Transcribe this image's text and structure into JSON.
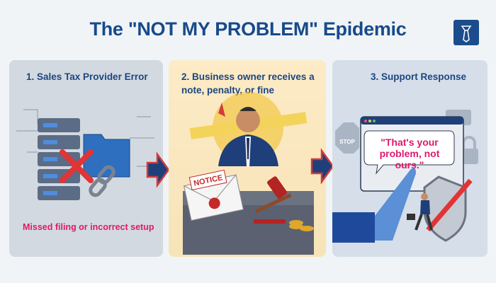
{
  "title": "The \"NOT MY PROBLEM\" Epidemic",
  "panels": [
    {
      "heading": "1. Sales Tax  Provider Error",
      "caption": "Missed filing or incorrect setup"
    },
    {
      "heading": "2. Business owner receives a note, penalty, or fine",
      "notice_label": "NOTICE"
    },
    {
      "heading": "3. Support Response",
      "quote": "\"That's your problem, not ours.\"",
      "stop_label": "STOP"
    }
  ],
  "colors": {
    "brand": "#1b4d8c",
    "accent": "#e0186c",
    "arrow": "#1f3f7a",
    "arrow_outline": "#d33b3b"
  }
}
